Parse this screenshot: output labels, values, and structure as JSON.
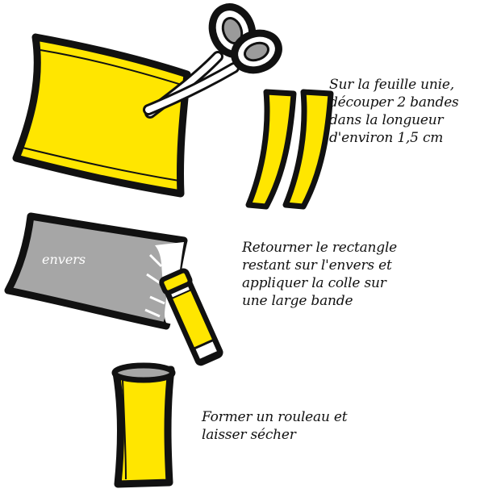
{
  "colors": {
    "paper_yellow": "#ffe600",
    "paper_grey": "#a6a6a6",
    "outline": "#111111",
    "background": "#ffffff"
  },
  "icons": [
    "scissors-icon",
    "glue-stick-icon"
  ],
  "steps": [
    {
      "lines": [
        "Sur la feuille unie,",
        "découper 2 bandes",
        "dans la longueur",
        "d'environ 1,5 cm"
      ]
    },
    {
      "lines": [
        "Retourner le rectangle",
        "restant sur l'envers et",
        "appliquer la colle sur",
        "une large bande"
      ]
    },
    {
      "lines": [
        "Former un rouleau et",
        "laisser sécher"
      ]
    }
  ],
  "labels": {
    "envers": "envers"
  }
}
